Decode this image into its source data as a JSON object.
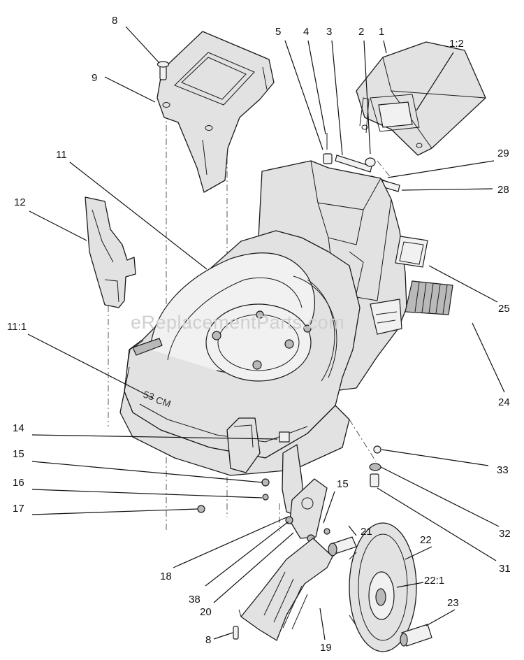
{
  "watermark": "eReplacementParts.com",
  "deck_marking": "53",
  "deck_marking_unit": "CM",
  "callouts": [
    "8",
    "9",
    "5",
    "4",
    "3",
    "2",
    "1",
    "1:2",
    "29",
    "28",
    "11",
    "12",
    "25",
    "24",
    "11:1",
    "14",
    "15",
    "16",
    "17",
    "33",
    "15",
    "21",
    "32",
    "31",
    "22",
    "22:1",
    "23",
    "18",
    "38",
    "20",
    "19",
    "8"
  ]
}
